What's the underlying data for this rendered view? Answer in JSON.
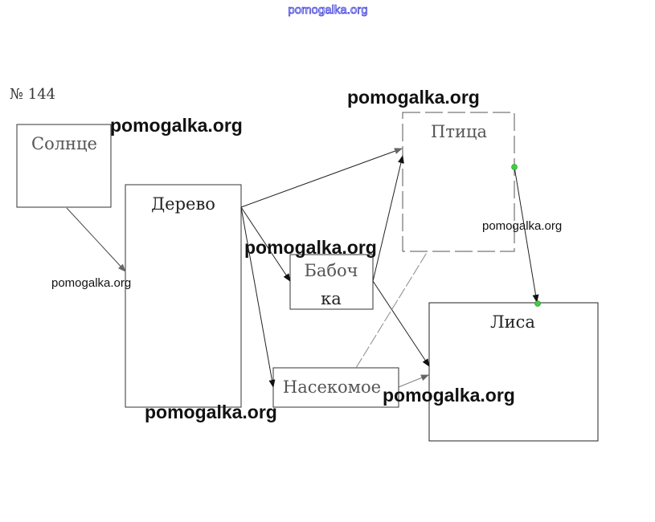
{
  "problem_number": "№ 144",
  "nodes": {
    "sun": "Солнце",
    "tree": "Дерево",
    "bird": "Птица",
    "butterfly_line1": "Бабоч",
    "butterfly_line2": "ка",
    "insect": "Насекомое",
    "fox": "Лиса"
  },
  "edges": [
    {
      "from": "Солнце",
      "to": "Дерево"
    },
    {
      "from": "Дерево",
      "to": "Птица"
    },
    {
      "from": "Дерево",
      "to": "Бабочка"
    },
    {
      "from": "Дерево",
      "to": "Насекомое"
    },
    {
      "from": "Бабочка",
      "to": "Птица"
    },
    {
      "from": "Бабочка",
      "to": "Лиса"
    },
    {
      "from": "Насекомое",
      "to": "Лиса"
    },
    {
      "from": "Насекомое",
      "to": "Птица"
    },
    {
      "from": "Птица",
      "to": "Лиса"
    }
  ],
  "watermark": "pomogalka.org",
  "colors": {
    "connector_dot": "#3ecf3e",
    "header_watermark": "#3b3bd8"
  }
}
